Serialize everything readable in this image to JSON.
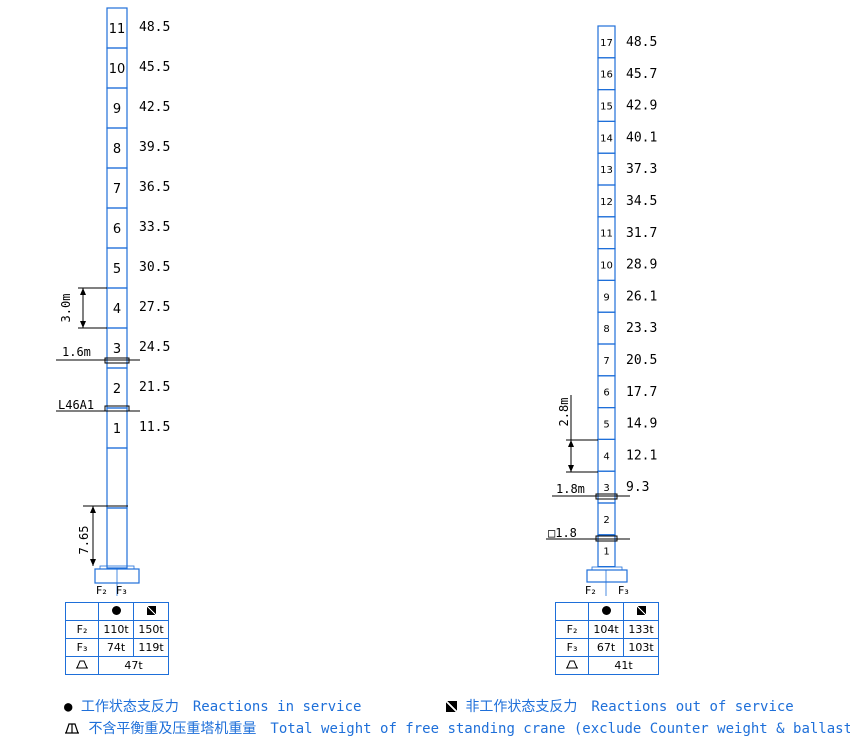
{
  "left_crane": {
    "sections": [
      {
        "n": "11",
        "h": "48.5"
      },
      {
        "n": "10",
        "h": "45.5"
      },
      {
        "n": "9",
        "h": "42.5"
      },
      {
        "n": "8",
        "h": "39.5"
      },
      {
        "n": "7",
        "h": "36.5"
      },
      {
        "n": "6",
        "h": "33.5"
      },
      {
        "n": "5",
        "h": "30.5"
      },
      {
        "n": "4",
        "h": "27.5"
      },
      {
        "n": "3",
        "h": "24.5"
      },
      {
        "n": "2",
        "h": "21.5"
      },
      {
        "n": "1",
        "h": "11.5"
      }
    ],
    "section_height_label": "3.0m",
    "collar_label": "1.6m",
    "anchor_label": "L46A1",
    "base_dim_label": "7.65",
    "f2": "F₂",
    "f3": "F₃",
    "table": {
      "rows": [
        {
          "label": "F₂",
          "in": "110t",
          "out": "150t"
        },
        {
          "label": "F₃",
          "in": "74t",
          "out": "119t"
        }
      ],
      "total": "47t"
    }
  },
  "right_crane": {
    "sections": [
      {
        "n": "17",
        "h": "48.5"
      },
      {
        "n": "16",
        "h": "45.7"
      },
      {
        "n": "15",
        "h": "42.9"
      },
      {
        "n": "14",
        "h": "40.1"
      },
      {
        "n": "13",
        "h": "37.3"
      },
      {
        "n": "12",
        "h": "34.5"
      },
      {
        "n": "11",
        "h": "31.7"
      },
      {
        "n": "10",
        "h": "28.9"
      },
      {
        "n": "9",
        "h": "26.1"
      },
      {
        "n": "8",
        "h": "23.3"
      },
      {
        "n": "7",
        "h": "20.5"
      },
      {
        "n": "6",
        "h": "17.7"
      },
      {
        "n": "5",
        "h": "14.9"
      },
      {
        "n": "4",
        "h": "12.1"
      },
      {
        "n": "3",
        "h": "9.3"
      },
      {
        "n": "2",
        "h": ""
      },
      {
        "n": "1",
        "h": ""
      }
    ],
    "section_height_label": "2.8m",
    "collar_label": "1.8m",
    "base_label": "□1.8",
    "f2": "F₂",
    "f3": "F₃",
    "table": {
      "rows": [
        {
          "label": "F₂",
          "in": "104t",
          "out": "133t"
        },
        {
          "label": "F₃",
          "in": "67t",
          "out": "103t"
        }
      ],
      "total": "41t"
    }
  },
  "legend": {
    "in_service": "工作状态支反力　Reactions in service",
    "out_of_service": "非工作状态支反力　Reactions out of service",
    "total_weight": "不含平衡重及压重塔机重量　Total weight of free standing crane (exclude Counter weight & ballast)"
  },
  "icons": {
    "in_service": "filled-circle-icon",
    "out_of_service": "diagonal-square-icon",
    "total_weight": "crane-base-icon"
  },
  "colors": {
    "line": "#1e6fd9",
    "text": "#000000"
  }
}
